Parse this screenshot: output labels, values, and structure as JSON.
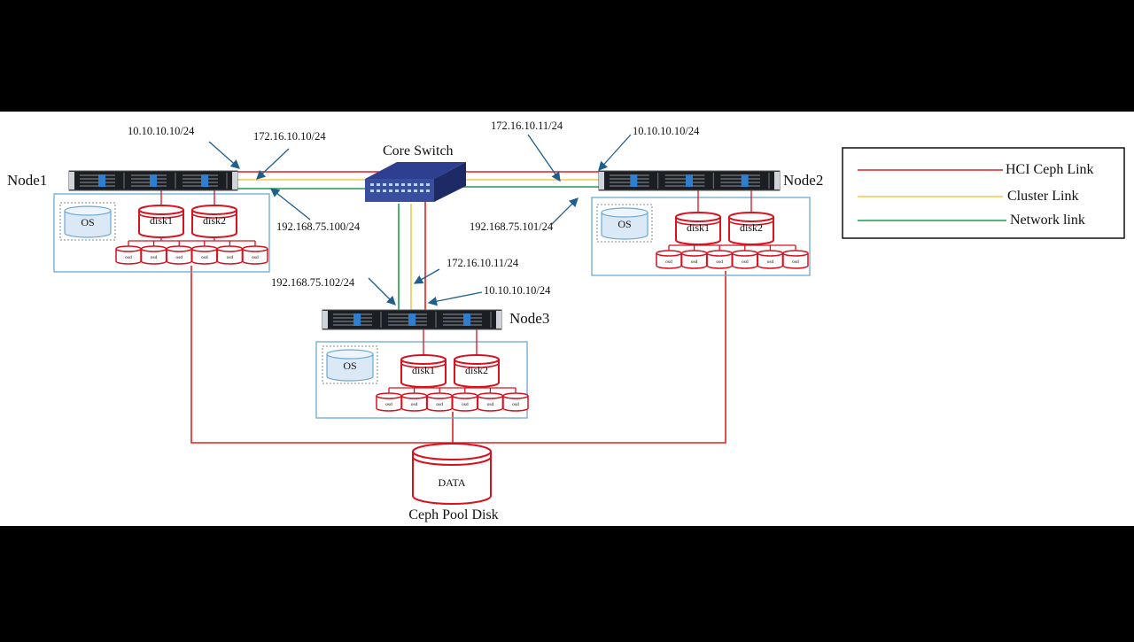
{
  "title": "Core Switch",
  "nodes": [
    {
      "name": "Node1",
      "os": "OS",
      "disks": [
        "disk1",
        "disk2"
      ],
      "osd": [
        "osd",
        "osd",
        "osd",
        "osd",
        "osd",
        "osd"
      ]
    },
    {
      "name": "Node2",
      "os": "OS",
      "disks": [
        "disk1",
        "disk2"
      ],
      "osd": [
        "osd",
        "osd",
        "osd",
        "osd",
        "osd",
        "osd"
      ]
    },
    {
      "name": "Node3",
      "os": "OS",
      "disks": [
        "disk1",
        "disk2"
      ],
      "osd": [
        "osd",
        "osd",
        "osd",
        "osd",
        "osd",
        "osd"
      ]
    }
  ],
  "ips": {
    "node1_ceph": "10.10.10.10/24",
    "node1_cluster": "172.16.10.10/24",
    "node1_network": "192.168.75.100/24",
    "node2_cluster": "172.16.10.11/24",
    "node2_ceph": "10.10.10.10/24",
    "node2_network": "192.168.75.101/24",
    "node3_cluster": "172.16.10.11/24",
    "node3_network": "192.168.75.102/24",
    "node3_ceph": "10.10.10.10/24"
  },
  "pool": {
    "disk_label": "DATA",
    "caption": "Ceph Pool Disk"
  },
  "legend": {
    "items": [
      {
        "label": "HCI Ceph Link",
        "color": "#e02020"
      },
      {
        "label": "Cluster Link",
        "color": "#f2c94c"
      },
      {
        "label": "Network link",
        "color": "#1f9e4a"
      }
    ]
  },
  "colors": {
    "ceph": "#e02020",
    "cluster": "#f2c94c",
    "network": "#1f9e4a",
    "arrow": "#1f5f8b",
    "box": "#6aa9d6",
    "disk": "#d6121f"
  }
}
